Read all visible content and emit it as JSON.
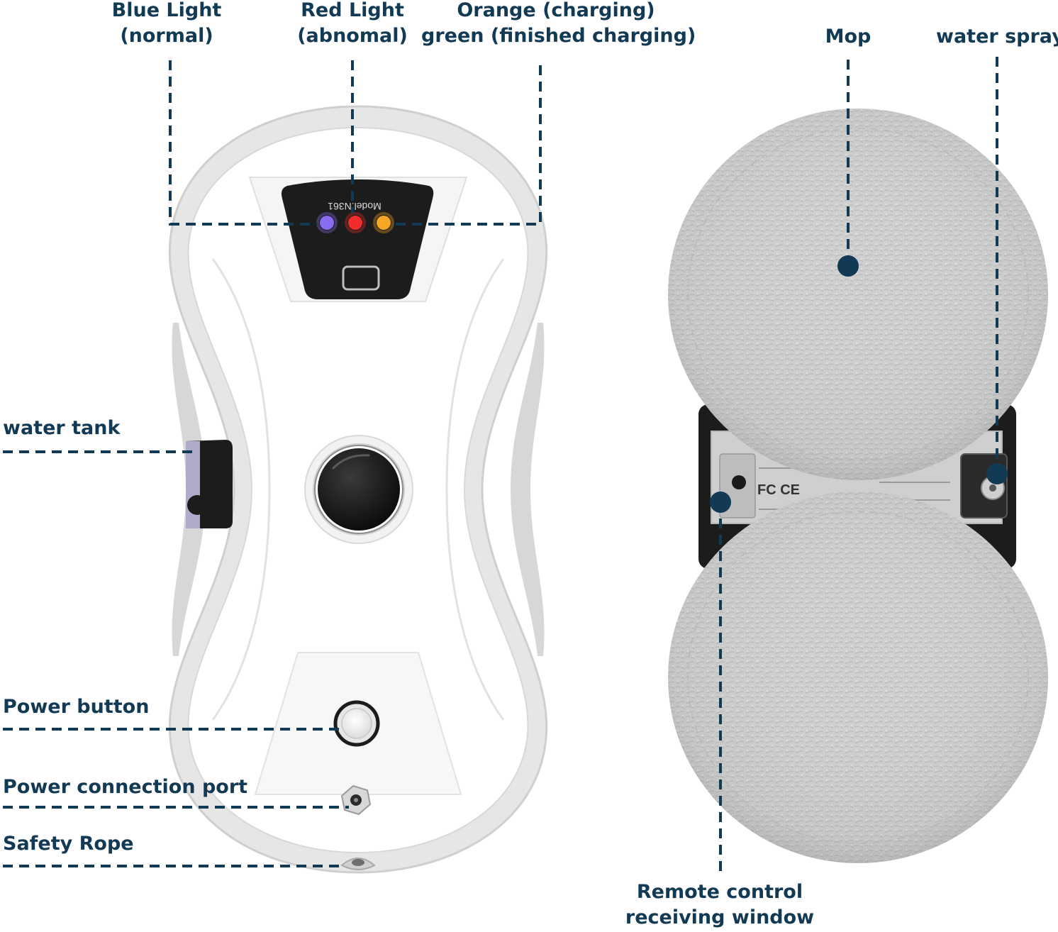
{
  "labels": {
    "blue_light": [
      "Blue Light",
      "(normal)"
    ],
    "red_light": [
      "Red Light",
      "(abnomal)"
    ],
    "charging": [
      "Orange (charging)",
      "green (finished charging)"
    ],
    "mop": "Mop",
    "water_spray": "water spray",
    "water_tank": "water tank",
    "power_button": "Power button",
    "power_port": "Power connection port",
    "safety_rope": "Safety Rope",
    "remote_window": [
      "Remote control",
      "receiving window"
    ]
  },
  "device": {
    "model_text": "Model:N361",
    "certification_marks": "FC CE"
  },
  "colors": {
    "label_text": "#123a55",
    "leader_line": "#123a55",
    "blue_led": "#8a6cf0",
    "red_led": "#f22b2b",
    "orange_led": "#f5a623",
    "mop_fabric": "#cfcfcf",
    "device_shell": "#ffffff",
    "panel_black": "#1c1c1c"
  }
}
